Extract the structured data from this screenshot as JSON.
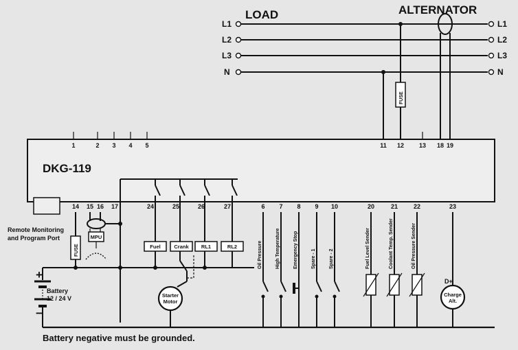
{
  "title": {
    "load": "LOAD",
    "alternator": "ALTERNATOR",
    "device": "DKG-119"
  },
  "lines": {
    "left": [
      "L1",
      "L2",
      "L3",
      "N"
    ],
    "right": [
      "L1",
      "L2",
      "L3",
      "N"
    ]
  },
  "top_pins": [
    "1",
    "2",
    "3",
    "4",
    "5",
    "11",
    "12",
    "13",
    "18",
    "19"
  ],
  "bottom_pins": [
    "14",
    "15",
    "16",
    "17",
    "24",
    "25",
    "26",
    "27",
    "6",
    "7",
    "8",
    "9",
    "10",
    "20",
    "21",
    "22",
    "23"
  ],
  "labels": {
    "remote_port_line1": "Remote Monitoring",
    "remote_port_line2": "and Program Port",
    "fuse_top": "FUSE",
    "fuse_left": "FUSE",
    "mpu": "MPU",
    "battery_line1": "Battery",
    "battery_line2": "12 / 24 V",
    "battery_plus": "+",
    "battery_minus": "−",
    "starter_line1": "Starter",
    "starter_line2": "Motor",
    "charge_line1": "Charge",
    "charge_line2": "Alt.",
    "charge_dplus": "D+",
    "footer": "Battery negative must be grounded."
  },
  "relays": [
    "Fuel",
    "Crank",
    "RL1",
    "RL2"
  ],
  "inputs": [
    "Oil Pressure",
    "High Temperature",
    "Emergency Stop",
    "Spare - 1",
    "Spare - 2"
  ],
  "senders": [
    "Fuel Level Sender",
    "Coolant Temp. Sender",
    "Oil Pressure Sender"
  ]
}
